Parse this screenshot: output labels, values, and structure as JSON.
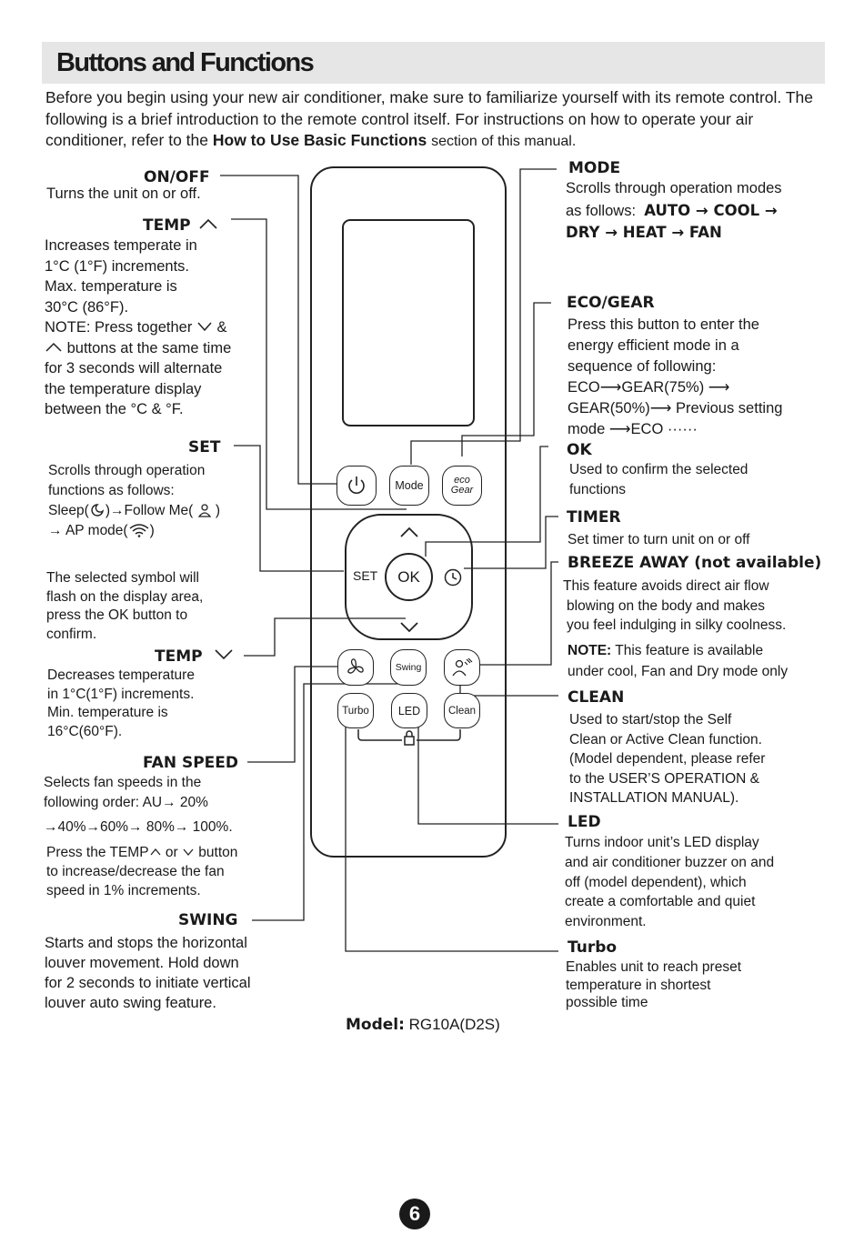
{
  "header": {
    "title": "Buttons and Functions"
  },
  "intro": {
    "text_a": "Before you begin using your new air conditioner, make sure to familiarize yourself with its remote control. The following is a brief introduction to the remote control itself. For instructions on how to operate your air conditioner, refer to the",
    "text_bold": "How to Use Basic Functions",
    "text_b": "section of this manual."
  },
  "left": {
    "onoff": {
      "title": "ON/OFF",
      "text": "Turns the unit on or off."
    },
    "temp_up": {
      "title": "TEMP",
      "text": [
        "Increases temperate in",
        "1°C (1°F) increments.",
        "Max. temperature is",
        "30°C (86°F)."
      ],
      "note_a": "NOTE: Press together",
      "note_b": "&",
      "note_c": "buttons at the same time",
      "note_d": [
        "for 3 seconds will alternate",
        "the temperature display",
        "between the °C &  °F."
      ]
    },
    "set": {
      "title": "SET",
      "text": [
        "Scrolls through operation",
        "functions as follows:"
      ],
      "sleep": "Sleep(",
      "follow": ")→Follow Me(",
      "follow_end": ")",
      "ap": "→ AP mode(",
      "ap_end": ")",
      "selected": [
        "The selected symbol will",
        "flash on the display area,",
        "press the OK button to",
        "confirm."
      ]
    },
    "temp_down": {
      "title": "TEMP",
      "text": [
        "Decreases temperature",
        "in 1°C(1°F) increments.",
        "Min. temperature is",
        "16°C(60°F)."
      ]
    },
    "fan": {
      "title": "FAN SPEED",
      "text": [
        "Selects fan speeds in the",
        "following order:"
      ],
      "order_a": "AU→ 20%",
      "order_b": "→40%→60%→ 80%→ 100%.",
      "press_a": "Press the TEMP",
      "press_b": "or",
      "press_c": "button",
      "press_d": [
        "to increase/decrease the fan",
        "speed in 1% increments."
      ]
    },
    "swing": {
      "title": "SWING",
      "text": [
        "Starts and stops the horizontal",
        "louver movement. Hold down",
        "for 2 seconds to initiate vertical",
        "louver auto swing feature."
      ]
    }
  },
  "right": {
    "mode": {
      "title": "MODE",
      "text_a": "Scrolls through operation modes",
      "text_b": "as follows:",
      "modes_a": "AUTO → COOL →",
      "modes_b": "DRY →  HEAT → FAN"
    },
    "eco": {
      "title": "ECO/GEAR",
      "text": [
        "Press this button to enter the",
        "energy efficient mode in a",
        "sequence of following:"
      ],
      "seq_a": "ECO",
      "seq_b": "GEAR(75%)",
      "seq_c": "GEAR(50%)",
      "seq_d": "Previous setting",
      "seq_e": "mode",
      "seq_f": "ECO",
      "seq_g": "······"
    },
    "ok": {
      "title": "OK",
      "text": [
        "Used to confirm the selected",
        "functions"
      ]
    },
    "timer": {
      "title": "TIMER",
      "text": "Set timer to turn unit on or off"
    },
    "breeze": {
      "title": "BREEZE AWAY (not available)",
      "text": [
        "This feature avoids direct air flow",
        "blowing on the body and makes",
        "you feel indulging in silky coolness."
      ],
      "note_label": "NOTE:",
      "note_a": "This feature is available",
      "note_b": "under cool, Fan and Dry mode only"
    },
    "clean": {
      "title": "CLEAN",
      "text": [
        "Used to start/stop the Self",
        "Clean or Active Clean function.",
        "(Model dependent, please refer",
        "to the USER’S OPERATION &",
        "INSTALLATION MANUAL)."
      ]
    },
    "led": {
      "title": "LED",
      "text": [
        "Turns indoor unit’s LED  display",
        "and air conditioner buzzer on and",
        "off (model dependent), which",
        "create a comfortable and quiet",
        "environment."
      ]
    },
    "turbo": {
      "title": "Turbo",
      "text": [
        "Enables unit to reach preset",
        "temperature in shortest",
        "possible time"
      ]
    }
  },
  "remote": {
    "mode_label": "Mode",
    "eco_label_a": "eco",
    "eco_label_b": "Gear",
    "set_label": "SET",
    "ok_label": "OK",
    "swing_label": "Swing",
    "turbo_label": "Turbo",
    "led_label": "LED",
    "clean_label": "Clean"
  },
  "footer": {
    "model_label": "Model:",
    "model_value": "RG10A(D2S)",
    "page_number": "6"
  }
}
